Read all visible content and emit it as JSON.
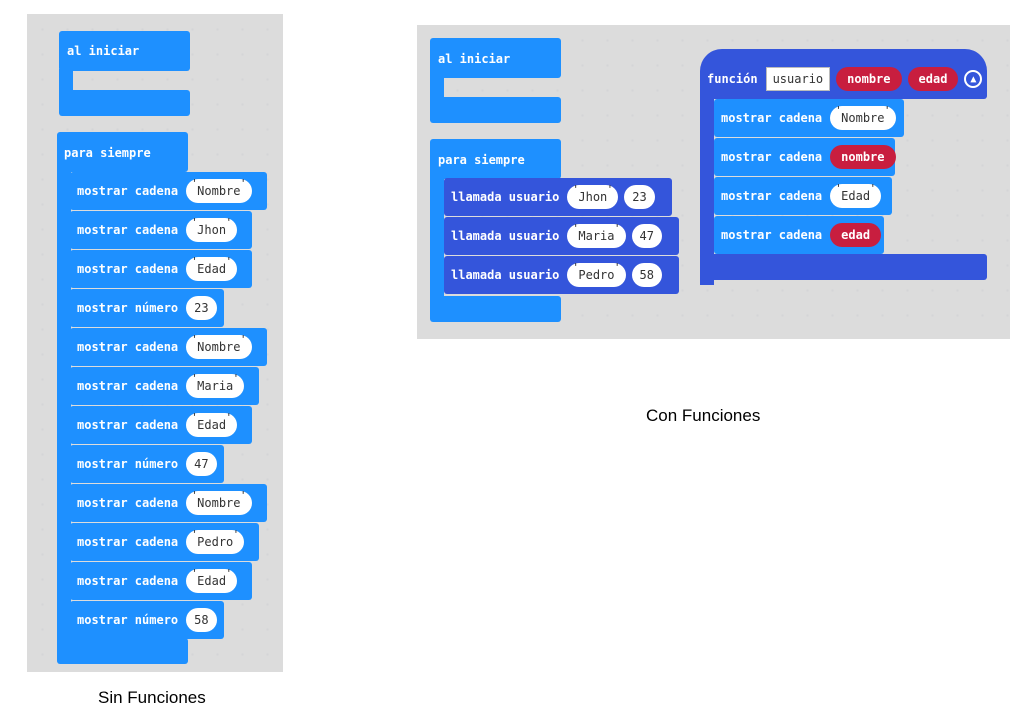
{
  "left": {
    "on_start": "al iniciar",
    "forever": "para siempre",
    "rows": [
      {
        "cmd": "mostrar cadena",
        "arg": "Nombre",
        "kind": "str"
      },
      {
        "cmd": "mostrar cadena",
        "arg": "Jhon",
        "kind": "str"
      },
      {
        "cmd": "mostrar cadena",
        "arg": "Edad",
        "kind": "str"
      },
      {
        "cmd": "mostrar número",
        "arg": "23",
        "kind": "num"
      },
      {
        "cmd": "mostrar cadena",
        "arg": "Nombre",
        "kind": "str"
      },
      {
        "cmd": "mostrar cadena",
        "arg": "Maria",
        "kind": "str"
      },
      {
        "cmd": "mostrar cadena",
        "arg": "Edad",
        "kind": "str"
      },
      {
        "cmd": "mostrar número",
        "arg": "47",
        "kind": "num"
      },
      {
        "cmd": "mostrar cadena",
        "arg": "Nombre",
        "kind": "str"
      },
      {
        "cmd": "mostrar cadena",
        "arg": "Pedro",
        "kind": "str"
      },
      {
        "cmd": "mostrar cadena",
        "arg": "Edad",
        "kind": "str"
      },
      {
        "cmd": "mostrar número",
        "arg": "58",
        "kind": "num"
      }
    ],
    "caption": "Sin Funciones"
  },
  "right": {
    "on_start": "al iniciar",
    "forever": "para siempre",
    "calls": [
      {
        "cmd": "llamada usuario",
        "name": "Jhon",
        "age": "23"
      },
      {
        "cmd": "llamada usuario",
        "name": "Maria",
        "age": "47"
      },
      {
        "cmd": "llamada usuario",
        "name": "Pedro",
        "age": "58"
      }
    ],
    "function": {
      "keyword": "función",
      "name": "usuario",
      "params": [
        "nombre",
        "edad"
      ],
      "body": [
        {
          "cmd": "mostrar cadena",
          "arg": "Nombre",
          "kind": "str"
        },
        {
          "cmd": "mostrar cadena",
          "arg": "nombre",
          "kind": "var"
        },
        {
          "cmd": "mostrar cadena",
          "arg": "Edad",
          "kind": "str"
        },
        {
          "cmd": "mostrar cadena",
          "arg": "edad",
          "kind": "var"
        }
      ]
    },
    "caption": "Con Funciones"
  },
  "colors": {
    "blue": "#1e90ff",
    "dark_blue": "#3455db",
    "red": "#c81e3f",
    "workspace": "#ecedee"
  }
}
